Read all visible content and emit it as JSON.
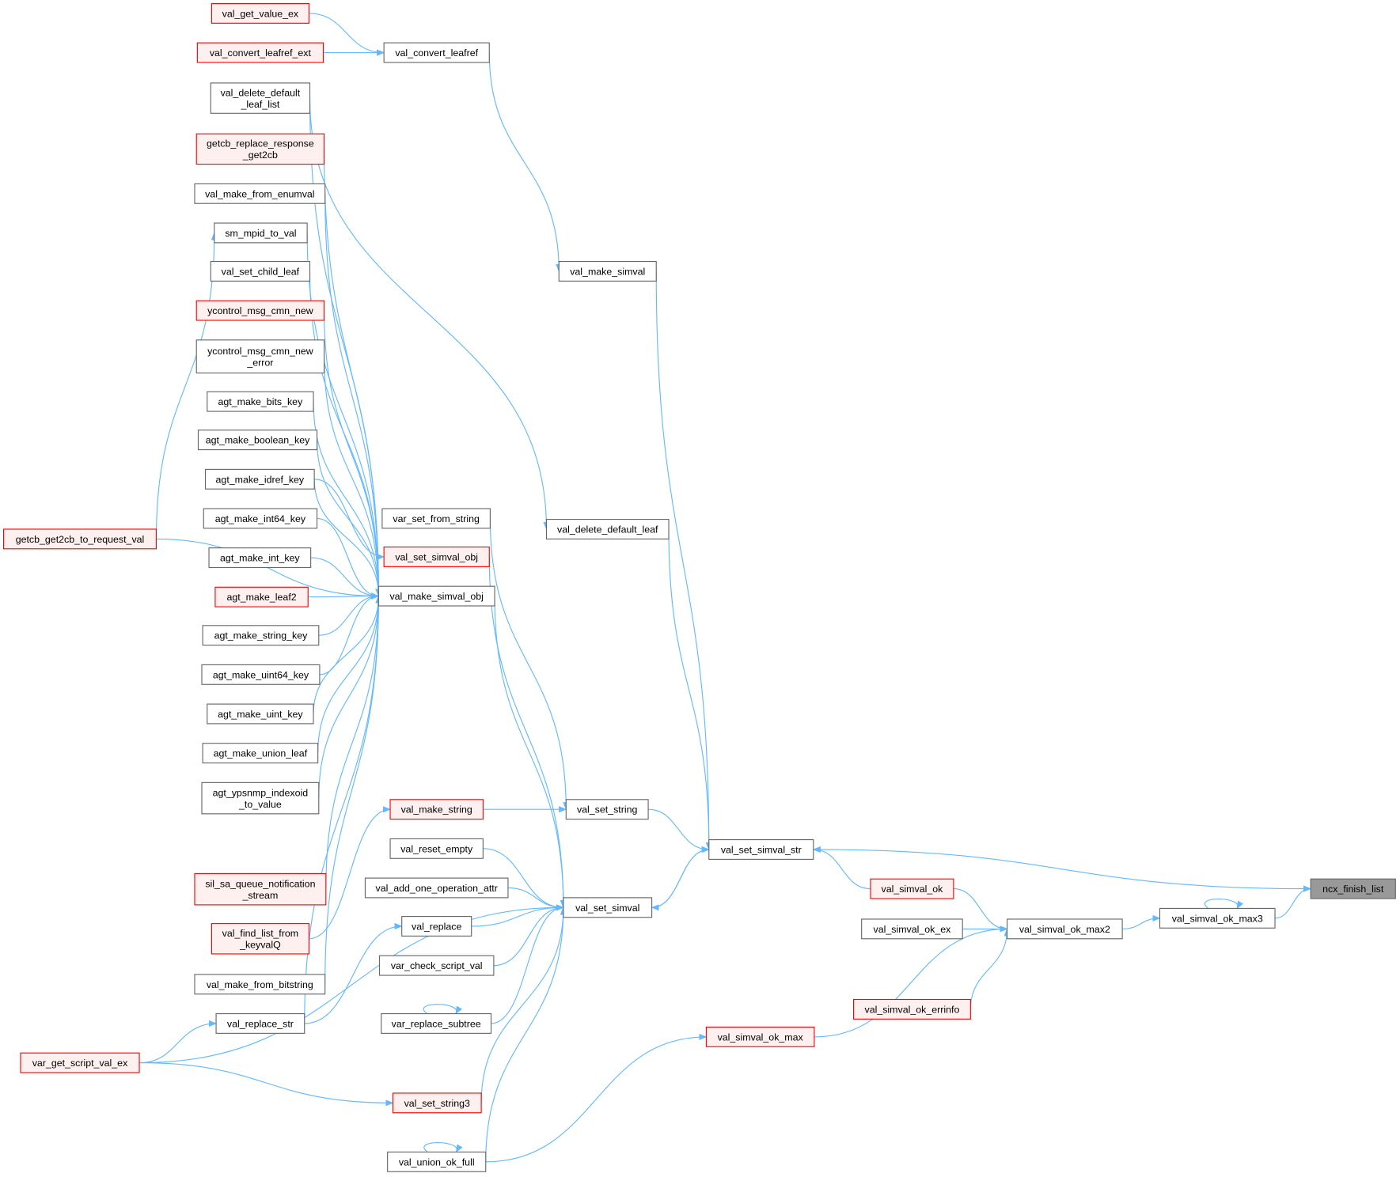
{
  "colors": {
    "edge": "#63b8ff",
    "red_border": "#ff0000",
    "red_fill": "#fff0f0",
    "root_fill": "#999999",
    "node_border": "#666666"
  },
  "nodes": [
    {
      "id": "val_get_value_ex",
      "label": "val_get_value_ex",
      "style": "red"
    },
    {
      "id": "val_convert_leafref_ext",
      "label": "val_convert_leafref_ext",
      "style": "red"
    },
    {
      "id": "val_convert_leafref",
      "label": "val_convert_leafref",
      "style": "normal"
    },
    {
      "id": "val_delete_default_leaf_list",
      "label": "val_delete_default\n_leaf_list",
      "style": "normal"
    },
    {
      "id": "getcb_replace_response_get2cb",
      "label": "getcb_replace_response\n_get2cb",
      "style": "red"
    },
    {
      "id": "val_make_from_enumval",
      "label": "val_make_from_enumval",
      "style": "normal"
    },
    {
      "id": "sm_mpid_to_val",
      "label": "sm_mpid_to_val",
      "style": "normal"
    },
    {
      "id": "val_set_child_leaf",
      "label": "val_set_child_leaf",
      "style": "normal"
    },
    {
      "id": "ycontrol_msg_cmn_new",
      "label": "ycontrol_msg_cmn_new",
      "style": "red"
    },
    {
      "id": "ycontrol_msg_cmn_new_error",
      "label": "ycontrol_msg_cmn_new\n_error",
      "style": "normal"
    },
    {
      "id": "agt_make_bits_key",
      "label": "agt_make_bits_key",
      "style": "normal"
    },
    {
      "id": "agt_make_boolean_key",
      "label": "agt_make_boolean_key",
      "style": "normal"
    },
    {
      "id": "agt_make_idref_key",
      "label": "agt_make_idref_key",
      "style": "normal"
    },
    {
      "id": "agt_make_int64_key",
      "label": "agt_make_int64_key",
      "style": "normal"
    },
    {
      "id": "agt_make_int_key",
      "label": "agt_make_int_key",
      "style": "normal"
    },
    {
      "id": "agt_make_leaf2",
      "label": "agt_make_leaf2",
      "style": "red"
    },
    {
      "id": "agt_make_string_key",
      "label": "agt_make_string_key",
      "style": "normal"
    },
    {
      "id": "agt_make_uint64_key",
      "label": "agt_make_uint64_key",
      "style": "normal"
    },
    {
      "id": "agt_make_uint_key",
      "label": "agt_make_uint_key",
      "style": "normal"
    },
    {
      "id": "agt_make_union_leaf",
      "label": "agt_make_union_leaf",
      "style": "normal"
    },
    {
      "id": "agt_ypsnmp_indexoid_to_value",
      "label": "agt_ypsnmp_indexoid\n_to_value",
      "style": "normal"
    },
    {
      "id": "sil_sa_queue_notification_stream",
      "label": "sil_sa_queue_notification\n_stream",
      "style": "red"
    },
    {
      "id": "val_find_list_from_keyvalQ",
      "label": "val_find_list_from\n_keyvalQ",
      "style": "red"
    },
    {
      "id": "val_make_from_bitstring",
      "label": "val_make_from_bitstring",
      "style": "normal"
    },
    {
      "id": "val_replace_str",
      "label": "val_replace_str",
      "style": "normal"
    },
    {
      "id": "var_get_script_val_ex",
      "label": "var_get_script_val_ex",
      "style": "red"
    },
    {
      "id": "getcb_get2cb_to_request_val",
      "label": "getcb_get2cb_to_request_val",
      "style": "red"
    },
    {
      "id": "var_set_from_string",
      "label": "var_set_from_string",
      "style": "normal"
    },
    {
      "id": "val_set_simval_obj",
      "label": "val_set_simval_obj",
      "style": "red"
    },
    {
      "id": "val_make_simval_obj",
      "label": "val_make_simval_obj",
      "style": "normal"
    },
    {
      "id": "val_make_string",
      "label": "val_make_string",
      "style": "red"
    },
    {
      "id": "val_reset_empty",
      "label": "val_reset_empty",
      "style": "normal"
    },
    {
      "id": "val_add_one_operation_attr",
      "label": "val_add_one_operation_attr",
      "style": "normal"
    },
    {
      "id": "val_replace",
      "label": "val_replace",
      "style": "normal"
    },
    {
      "id": "var_check_script_val",
      "label": "var_check_script_val",
      "style": "normal"
    },
    {
      "id": "var_replace_subtree",
      "label": "var_replace_subtree",
      "style": "normal"
    },
    {
      "id": "val_set_string3",
      "label": "val_set_string3",
      "style": "red"
    },
    {
      "id": "val_union_ok_full",
      "label": "val_union_ok_full",
      "style": "normal"
    },
    {
      "id": "val_make_simval",
      "label": "val_make_simval",
      "style": "normal"
    },
    {
      "id": "val_delete_default_leaf",
      "label": "val_delete_default_leaf",
      "style": "normal"
    },
    {
      "id": "val_set_string",
      "label": "val_set_string",
      "style": "normal"
    },
    {
      "id": "val_set_simval",
      "label": "val_set_simval",
      "style": "normal"
    },
    {
      "id": "val_set_simval_str",
      "label": "val_set_simval_str",
      "style": "normal"
    },
    {
      "id": "val_simval_ok",
      "label": "val_simval_ok",
      "style": "red"
    },
    {
      "id": "val_simval_ok_ex",
      "label": "val_simval_ok_ex",
      "style": "normal"
    },
    {
      "id": "val_simval_ok_max2",
      "label": "val_simval_ok_max2",
      "style": "normal"
    },
    {
      "id": "val_simval_ok_errinfo",
      "label": "val_simval_ok_errinfo",
      "style": "red"
    },
    {
      "id": "val_simval_ok_max",
      "label": "val_simval_ok_max",
      "style": "red"
    },
    {
      "id": "val_simval_ok_max3",
      "label": "val_simval_ok_max3",
      "style": "normal"
    },
    {
      "id": "ncx_finish_list",
      "label": "ncx_finish_list",
      "style": "root"
    }
  ],
  "edges": [
    [
      "val_get_value_ex",
      "val_convert_leafref"
    ],
    [
      "val_convert_leafref_ext",
      "val_convert_leafref"
    ],
    [
      "val_convert_leafref",
      "val_make_simval"
    ],
    [
      "val_make_simval",
      "val_set_simval_str"
    ],
    [
      "val_delete_default_leaf_list",
      "val_delete_default_leaf"
    ],
    [
      "val_delete_default_leaf_list",
      "val_make_simval_obj"
    ],
    [
      "val_delete_default_leaf",
      "val_set_simval_str"
    ],
    [
      "getcb_replace_response_get2cb",
      "val_make_simval_obj"
    ],
    [
      "val_make_from_enumval",
      "val_make_simval_obj"
    ],
    [
      "sm_mpid_to_val",
      "val_make_simval_obj"
    ],
    [
      "val_set_child_leaf",
      "val_make_simval_obj"
    ],
    [
      "ycontrol_msg_cmn_new",
      "val_make_simval_obj"
    ],
    [
      "ycontrol_msg_cmn_new_error",
      "val_make_simval_obj"
    ],
    [
      "agt_make_bits_key",
      "val_make_simval_obj"
    ],
    [
      "agt_make_boolean_key",
      "val_make_simval_obj"
    ],
    [
      "agt_make_idref_key",
      "val_make_simval_obj"
    ],
    [
      "agt_make_idref_key",
      "val_set_simval_obj"
    ],
    [
      "agt_make_int64_key",
      "val_make_simval_obj"
    ],
    [
      "agt_make_int_key",
      "val_make_simval_obj"
    ],
    [
      "agt_make_leaf2",
      "val_make_simval_obj"
    ],
    [
      "agt_make_string_key",
      "val_make_simval_obj"
    ],
    [
      "agt_make_uint64_key",
      "val_make_simval_obj"
    ],
    [
      "agt_make_uint_key",
      "val_make_simval_obj"
    ],
    [
      "agt_make_union_leaf",
      "val_make_simval_obj"
    ],
    [
      "agt_ypsnmp_indexoid_to_value",
      "val_make_simval_obj"
    ],
    [
      "getcb_get2cb_to_request_val",
      "sm_mpid_to_val"
    ],
    [
      "getcb_get2cb_to_request_val",
      "val_make_simval_obj"
    ],
    [
      "sil_sa_queue_notification_stream",
      "val_make_simval_obj"
    ],
    [
      "val_find_list_from_keyvalQ",
      "val_make_string"
    ],
    [
      "val_make_from_bitstring",
      "val_make_simval_obj"
    ],
    [
      "val_replace_str",
      "val_make_simval_obj"
    ],
    [
      "val_replace_str",
      "val_replace"
    ],
    [
      "var_get_script_val_ex",
      "val_replace_str"
    ],
    [
      "var_get_script_val_ex",
      "val_set_simval"
    ],
    [
      "var_get_script_val_ex",
      "val_set_string3"
    ],
    [
      "val_set_simval_obj",
      "val_set_simval"
    ],
    [
      "val_make_simval_obj",
      "val_set_simval"
    ],
    [
      "var_set_from_string",
      "val_set_string"
    ],
    [
      "val_make_string",
      "val_set_string"
    ],
    [
      "val_set_string",
      "val_set_simval_str"
    ],
    [
      "val_reset_empty",
      "val_set_simval"
    ],
    [
      "val_add_one_operation_attr",
      "val_set_simval"
    ],
    [
      "val_replace",
      "val_set_simval"
    ],
    [
      "var_check_script_val",
      "val_set_simval"
    ],
    [
      "var_replace_subtree",
      "val_set_simval"
    ],
    [
      "var_replace_subtree",
      "var_replace_subtree"
    ],
    [
      "val_set_string3",
      "val_set_simval"
    ],
    [
      "val_union_ok_full",
      "val_set_simval"
    ],
    [
      "val_union_ok_full",
      "val_union_ok_full"
    ],
    [
      "val_union_ok_full",
      "val_simval_ok_max"
    ],
    [
      "val_set_simval",
      "val_set_simval_str"
    ],
    [
      "val_set_simval_str",
      "val_set_simval"
    ],
    [
      "val_set_simval_str",
      "ncx_finish_list"
    ],
    [
      "val_simval_ok",
      "val_set_simval_str"
    ],
    [
      "val_simval_ok",
      "val_simval_ok_max2"
    ],
    [
      "val_simval_ok_ex",
      "val_simval_ok_max2"
    ],
    [
      "val_simval_ok_errinfo",
      "val_simval_ok_max2"
    ],
    [
      "val_simval_ok_max",
      "val_simval_ok_max2"
    ],
    [
      "val_simval_ok_max2",
      "val_simval_ok_max3"
    ],
    [
      "val_simval_ok_max3",
      "val_simval_ok_max3"
    ],
    [
      "val_simval_ok_max3",
      "ncx_finish_list"
    ]
  ]
}
